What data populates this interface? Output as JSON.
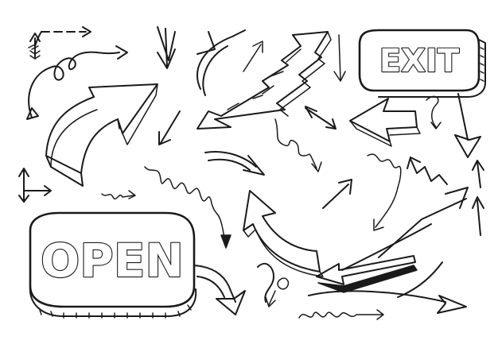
{
  "scene": {
    "background": "#ffffff",
    "ink_color": "#1a1a1a",
    "style": "hand-drawn doodle arrows"
  },
  "signs": {
    "exit": {
      "text": "EXIT"
    },
    "open": {
      "text": "OPEN"
    }
  },
  "icons": [
    "dashed-arrow-icon",
    "feather-arrow-icon",
    "loop-arrow-icon",
    "curved-arrow-icon",
    "3d-curved-arrow-icon",
    "zigzag-3d-arrow-icon",
    "swirl-arrow-icon",
    "spring-arrow-icon",
    "double-headed-arrow-icon",
    "lightning-arrow-icon",
    "wavy-arrow-icon",
    "3d-bent-arrow-icon"
  ]
}
